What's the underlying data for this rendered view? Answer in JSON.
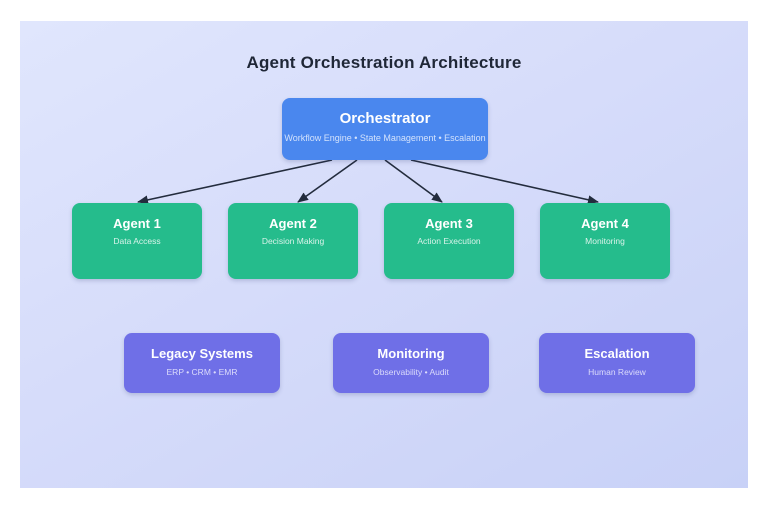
{
  "page": {
    "title": "Agent Orchestration Architecture"
  },
  "diagram": {
    "orchestrator": {
      "title": "Orchestrator",
      "subtitle": "Workflow Engine • State Management • Escalation"
    },
    "agents": [
      {
        "title": "Agent 1",
        "subtitle": "Data Access"
      },
      {
        "title": "Agent 2",
        "subtitle": "Decision Making"
      },
      {
        "title": "Agent 3",
        "subtitle": "Action Execution"
      },
      {
        "title": "Agent 4",
        "subtitle": "Monitoring"
      }
    ],
    "systems": [
      {
        "title": "Legacy Systems",
        "subtitle": "ERP • CRM • EMR"
      },
      {
        "title": "Monitoring",
        "subtitle": "Observability • Audit"
      },
      {
        "title": "Escalation",
        "subtitle": "Human Review"
      }
    ],
    "connections": [
      {
        "from": "Orchestrator",
        "to": "Agent 1"
      },
      {
        "from": "Orchestrator",
        "to": "Agent 2"
      },
      {
        "from": "Orchestrator",
        "to": "Agent 3"
      },
      {
        "from": "Orchestrator",
        "to": "Agent 4"
      }
    ]
  },
  "colors": {
    "page_margin": "#ffffff",
    "panel_gradient_start": "#e0e6fd",
    "panel_gradient_end": "#c8d1f7",
    "title_text": "#1f2737",
    "orchestrator_fill": "#4a87ee",
    "agent_fill": "#25bc8c",
    "system_fill": "#6f6fe7",
    "arrow": "#232c3d",
    "node_text": "#ffffff"
  }
}
